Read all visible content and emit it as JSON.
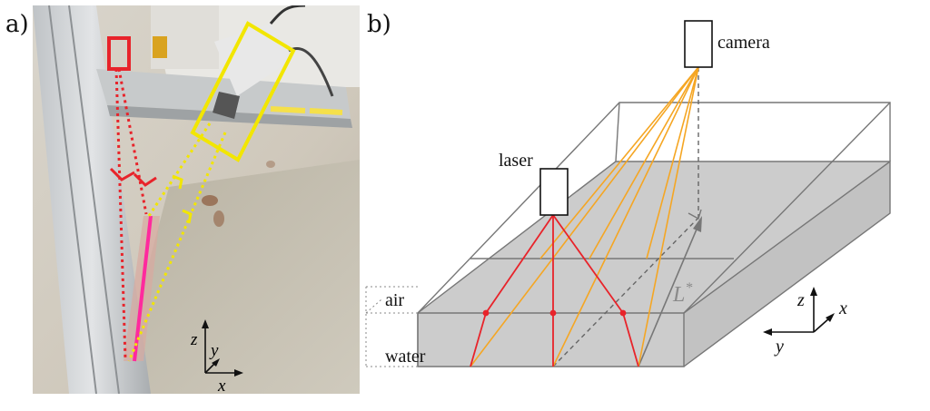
{
  "panel_a": {
    "label": "a)",
    "axes": {
      "z": "z",
      "y": "y",
      "x": "x"
    }
  },
  "panel_b": {
    "label": "b)",
    "camera": "camera",
    "laser": "laser",
    "air": "air",
    "water": "water",
    "distance": "L",
    "distance_sup": "*",
    "axes": {
      "z": "z",
      "x": "x",
      "y": "y"
    }
  },
  "colors": {
    "laser": "#e8232a",
    "camera": "#f5a623",
    "highlight_camera": "#f2e600",
    "water": "#cccccc",
    "outline": "#777777"
  }
}
